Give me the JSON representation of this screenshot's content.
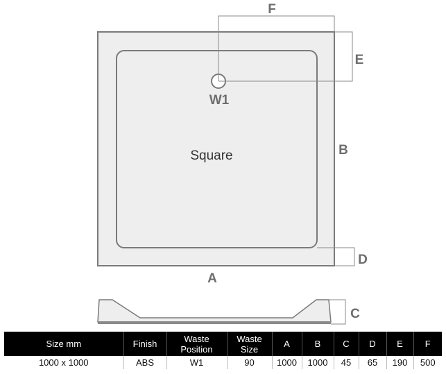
{
  "diagram": {
    "shape_label": "Square",
    "waste_label": "W1",
    "dim_labels": {
      "A": "A",
      "B": "B",
      "C": "C",
      "D": "D",
      "E": "E",
      "F": "F"
    }
  },
  "table": {
    "headers": [
      "Size mm",
      "Finish",
      "Waste Position",
      "Waste Size",
      "A",
      "B",
      "C",
      "D",
      "E",
      "F"
    ],
    "row": [
      "1000 x 1000",
      "ABS",
      "W1",
      "90",
      "1000",
      "1000",
      "45",
      "65",
      "190",
      "500"
    ]
  },
  "colors": {
    "tray_fill": "#eeeeee",
    "line": "#7a7a7a",
    "label": "#6d6d6d",
    "header_bg": "#000000"
  }
}
